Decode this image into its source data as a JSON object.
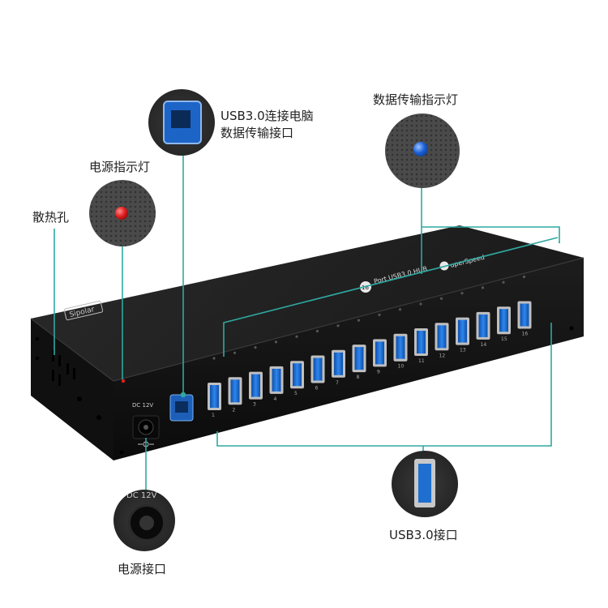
{
  "callouts": {
    "usb_b_line1": "USB3.0连接电脑",
    "usb_b_line2": "数据传输接口",
    "data_led": "数据传输指示灯",
    "power_led": "电源指示灯",
    "vents": "散热孔",
    "usb3_port": "USB3.0接口",
    "power_jack": "电源接口"
  },
  "device": {
    "brand": "Sipolar",
    "model_text": "Port USB3.0 HUB",
    "port_count_badge": "16",
    "superspeed_text": "uperSpeed",
    "dc_label": "DC 12V",
    "port_numbers": [
      "1",
      "2",
      "3",
      "4",
      "5",
      "6",
      "7",
      "8",
      "9",
      "10",
      "11",
      "12",
      "13",
      "14",
      "15",
      "16"
    ]
  },
  "zoom_dc_label": "DC 12V",
  "colors": {
    "leader_line": "#2fa8a0",
    "usb_blue": "#1e6fd0",
    "power_led": "#e01e1e",
    "data_led": "#1a5fd6",
    "hub_body": "#141414"
  }
}
